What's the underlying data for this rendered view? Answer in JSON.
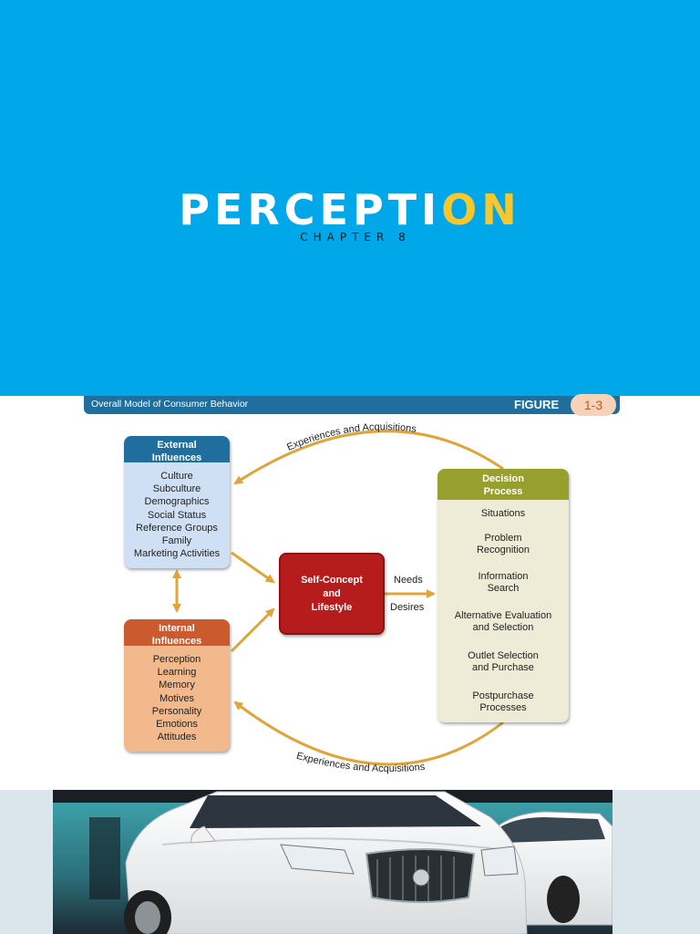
{
  "cover": {
    "title_main": "PERCEPTI",
    "title_accent": "ON",
    "subtitle": "CHAPTER 8",
    "background": "#00a8e9",
    "accent_color": "#f8c72b"
  },
  "figure": {
    "caption": "Overall Model of Consumer Behavior",
    "label": "FIGURE",
    "number": "1-3",
    "external": {
      "title": [
        "External",
        "Influences"
      ],
      "items": [
        "Culture",
        "Subculture",
        "Demographics",
        "Social Status",
        "Reference Groups",
        "Family",
        "Marketing Activities"
      ]
    },
    "internal": {
      "title": [
        "Internal",
        "Influences"
      ],
      "items": [
        "Perception",
        "Learning",
        "Memory",
        "Motives",
        "Personality",
        "Emotions",
        "Attitudes"
      ]
    },
    "self_concept": [
      "Self-Concept",
      "and",
      "Lifestyle"
    ],
    "needs_label": "Needs",
    "desires_label": "Desires",
    "decision": {
      "title": [
        "Decision",
        "Process"
      ],
      "steps": [
        [
          "Situations"
        ],
        [
          "Problem",
          "Recognition"
        ],
        [
          "Information",
          "Search"
        ],
        [
          "Alternative Evaluation",
          "and Selection"
        ],
        [
          "Outlet Selection",
          "and Purchase"
        ],
        [
          "Postpurchase",
          "Processes"
        ]
      ]
    },
    "top_arc_label": "Experiences and Acquisitions",
    "bottom_arc_label": "Experiences and Acquisitions",
    "colors": {
      "external": "#1f6e9e",
      "internal": "#cb5a2f",
      "self_concept": "#b71c1c",
      "decision": "#97a02d",
      "arrow": "#e0a53a"
    }
  },
  "photo": {
    "subject_icon": "white-suv-car-image",
    "background": "#dbe6ec"
  }
}
